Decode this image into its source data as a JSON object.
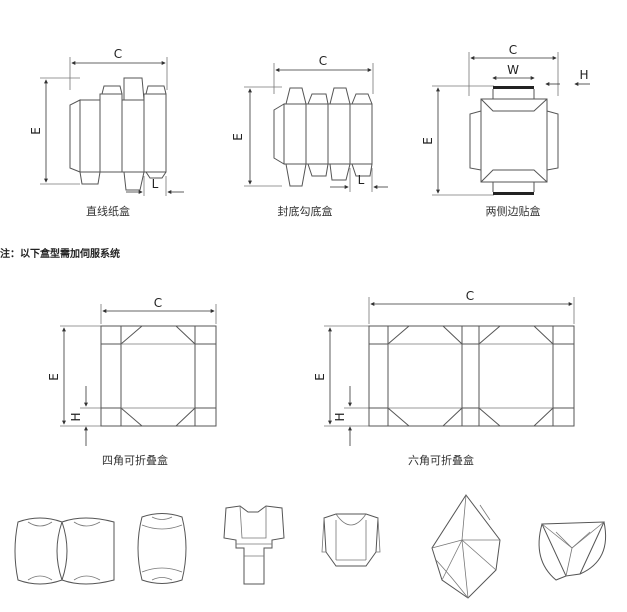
{
  "note": "注：以下盒型需加伺服系统",
  "boxes": {
    "straight_tuck": {
      "name": "直线纸盒",
      "c": "C",
      "e": "E",
      "l": "L"
    },
    "lock_bottom": {
      "name": "封底勾底盒",
      "c": "C",
      "e": "E",
      "l": "L"
    },
    "double_side_glue": {
      "name": "两侧边贴盒",
      "c": "C",
      "w": "W",
      "h": "H",
      "e": "E"
    },
    "four_corner": {
      "name": "四角可折叠盒",
      "c": "C",
      "e": "E",
      "h": "H"
    },
    "six_corner": {
      "name": "六角可折叠盒",
      "c": "C",
      "e": "E",
      "h": "H"
    }
  },
  "icons": [
    "pillow-box-icon",
    "pillow-box-small-icon",
    "shirt-box-icon",
    "tray-box-icon",
    "hexagon-box-icon",
    "triangle-box-icon"
  ]
}
